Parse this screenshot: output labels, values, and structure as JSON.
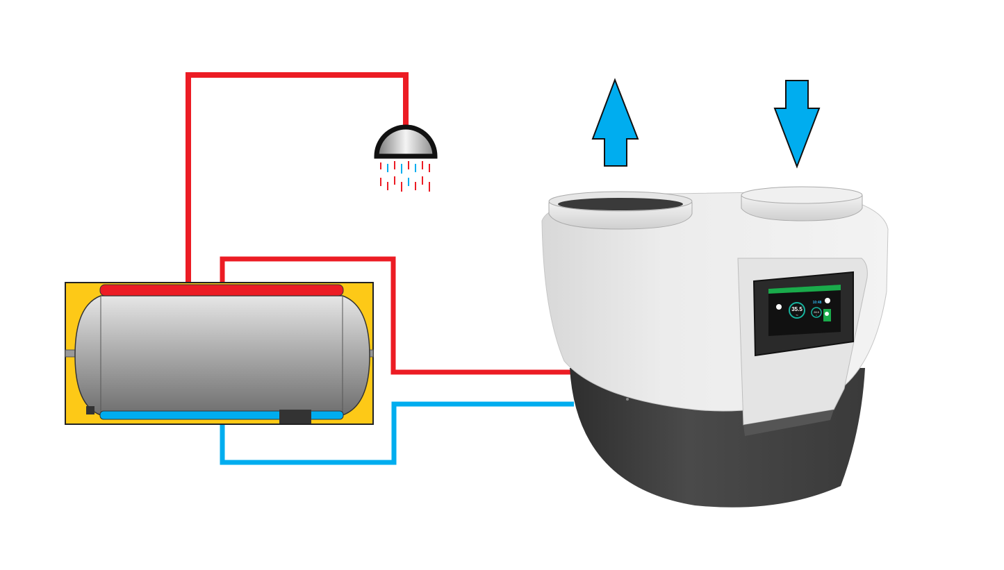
{
  "colors": {
    "hot_pipe": "#ec1c24",
    "cold_pipe": "#00adef",
    "tank_insulation": "#fdc917",
    "airflow_arrow": "#00adef",
    "display_accent": "#1aab4b"
  },
  "icons": {
    "shower": "shower-head-icon",
    "air_out": "arrow-up-icon",
    "air_in": "arrow-down-icon"
  },
  "display": {
    "main_temp": "35.5",
    "main_unit": "°C",
    "time": "10:48",
    "secondary_temp": "28.5",
    "secondary_unit": "°C"
  }
}
